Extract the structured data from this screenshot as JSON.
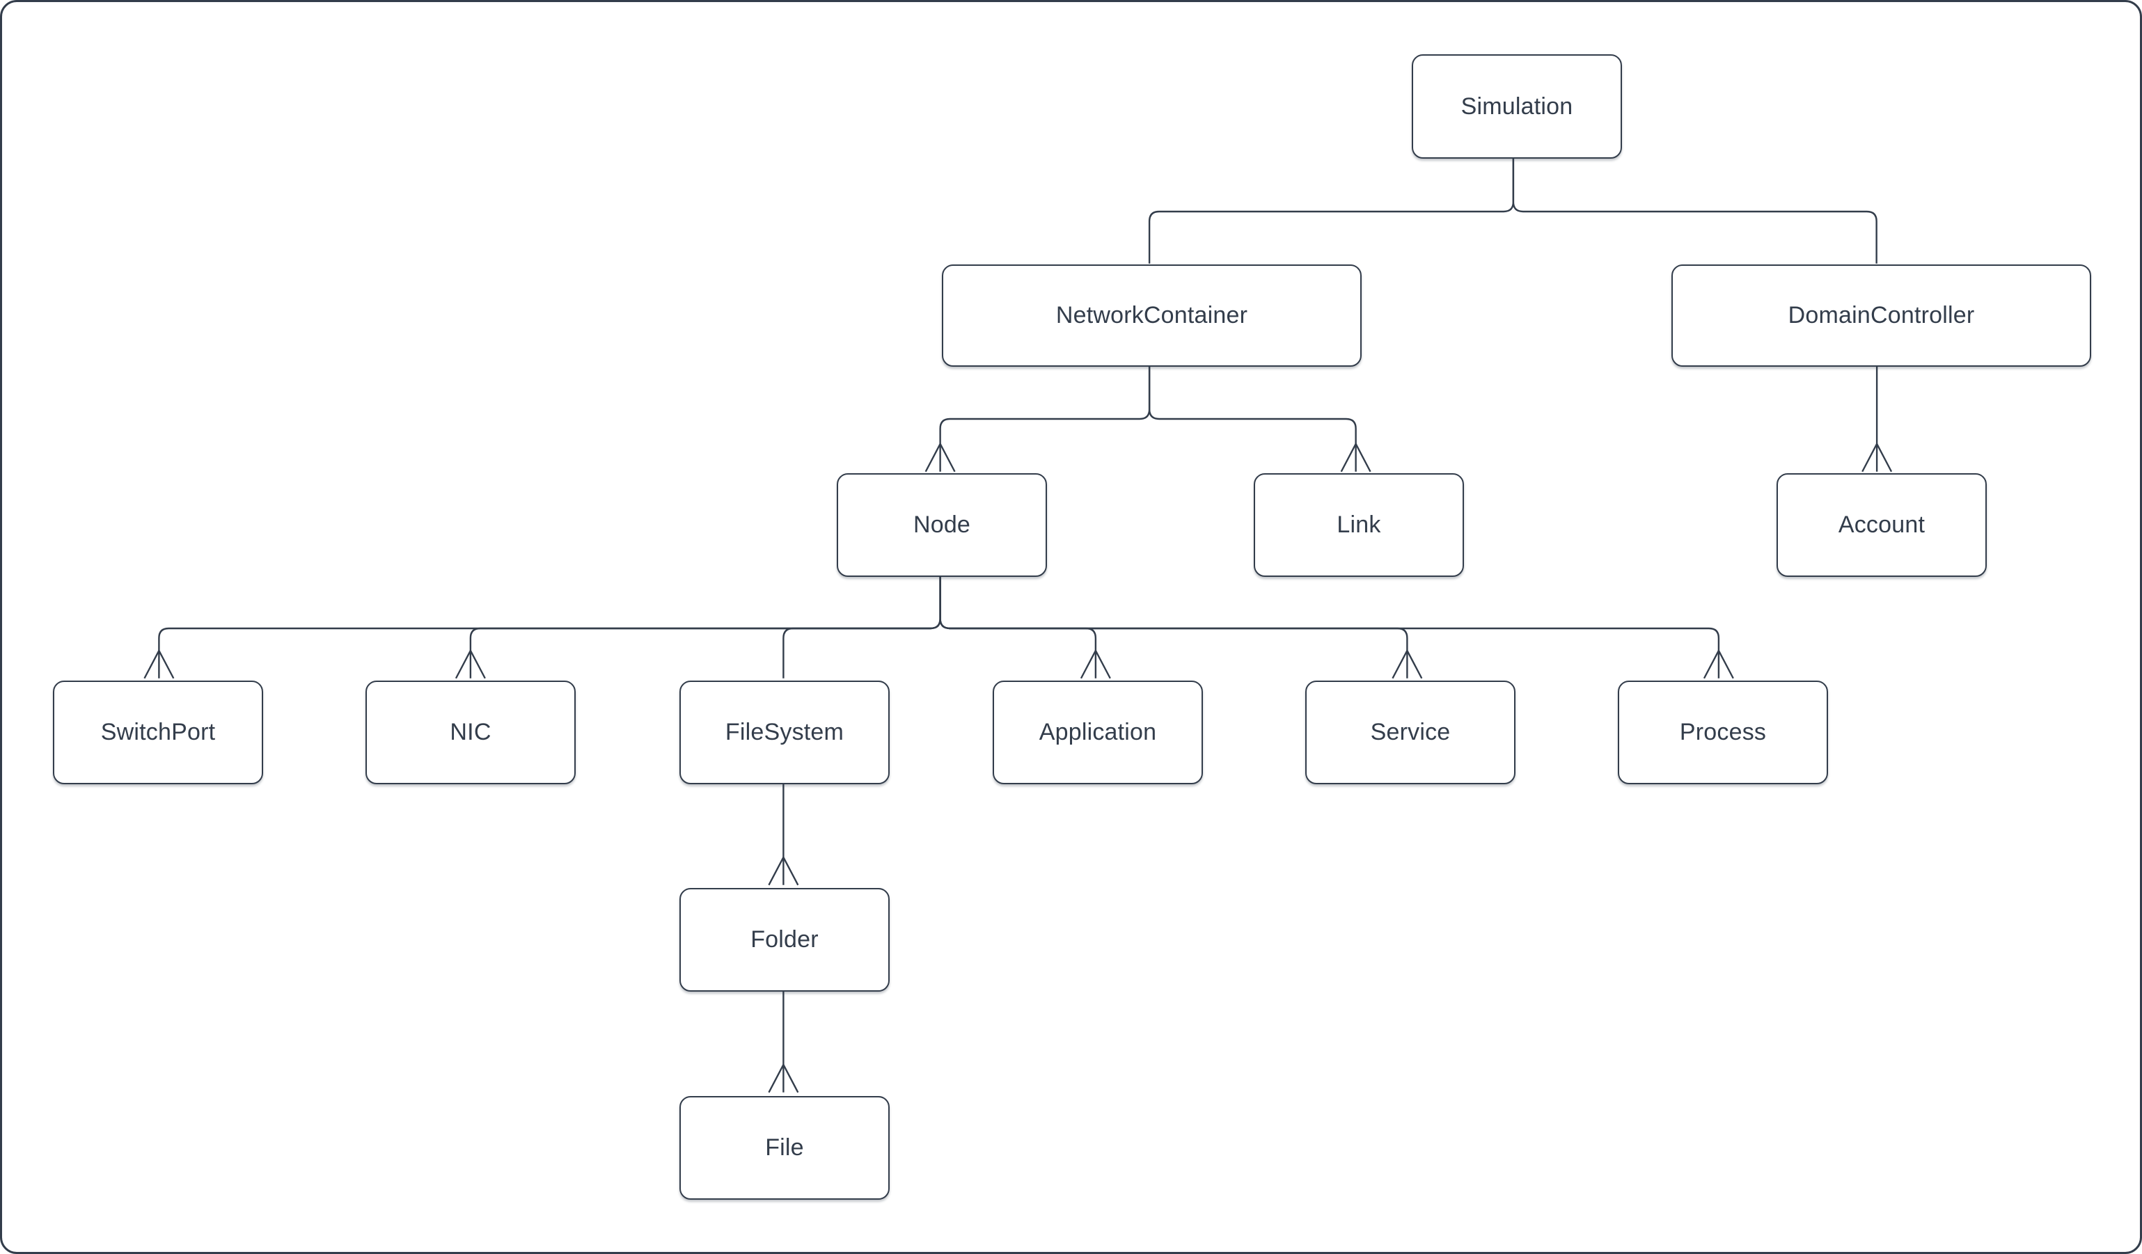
{
  "diagram": {
    "nodes": [
      {
        "id": "simulation",
        "label": "Simulation"
      },
      {
        "id": "networkcontainer",
        "label": "NetworkContainer"
      },
      {
        "id": "domaincontroller",
        "label": "DomainController"
      },
      {
        "id": "node",
        "label": "Node"
      },
      {
        "id": "link",
        "label": "Link"
      },
      {
        "id": "account",
        "label": "Account"
      },
      {
        "id": "switchport",
        "label": "SwitchPort"
      },
      {
        "id": "nic",
        "label": "NIC"
      },
      {
        "id": "filesystem",
        "label": "FileSystem"
      },
      {
        "id": "application",
        "label": "Application"
      },
      {
        "id": "service",
        "label": "Service"
      },
      {
        "id": "process",
        "label": "Process"
      },
      {
        "id": "folder",
        "label": "Folder"
      },
      {
        "id": "file",
        "label": "File"
      }
    ],
    "edges": [
      {
        "from": "simulation",
        "to": "networkcontainer",
        "arrowhead": false
      },
      {
        "from": "simulation",
        "to": "domaincontroller",
        "arrowhead": false
      },
      {
        "from": "networkcontainer",
        "to": "node",
        "arrowhead": true
      },
      {
        "from": "networkcontainer",
        "to": "link",
        "arrowhead": true
      },
      {
        "from": "domaincontroller",
        "to": "account",
        "arrowhead": true
      },
      {
        "from": "node",
        "to": "switchport",
        "arrowhead": true
      },
      {
        "from": "node",
        "to": "nic",
        "arrowhead": true
      },
      {
        "from": "node",
        "to": "filesystem",
        "arrowhead": false
      },
      {
        "from": "node",
        "to": "application",
        "arrowhead": true
      },
      {
        "from": "node",
        "to": "service",
        "arrowhead": true
      },
      {
        "from": "node",
        "to": "process",
        "arrowhead": true
      },
      {
        "from": "filesystem",
        "to": "folder",
        "arrowhead": true
      },
      {
        "from": "folder",
        "to": "file",
        "arrowhead": true
      }
    ],
    "colors": {
      "line": "#333D4B",
      "text": "#333D4B",
      "node_fill": "#FFFFFF",
      "background": "#FFFFFF"
    }
  }
}
